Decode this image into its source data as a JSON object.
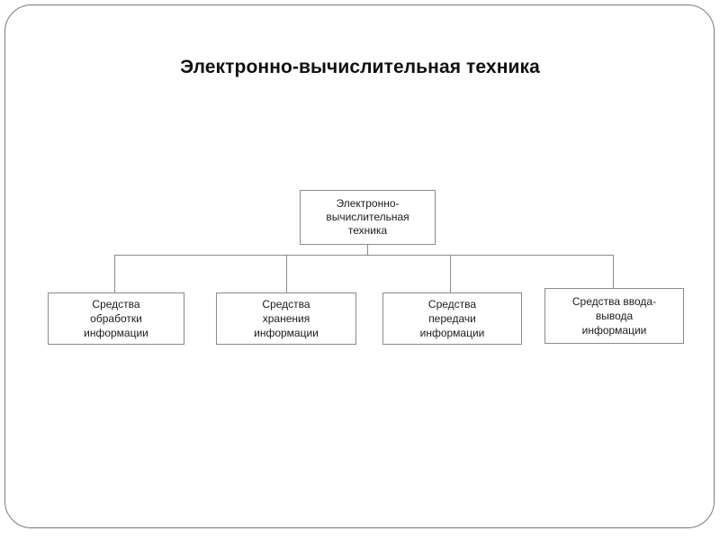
{
  "slide": {
    "title": "Электронно-вычислительная техника",
    "background_color": "#ffffff",
    "border_color": "#7b7b7b",
    "text_color": "#1c1c1c",
    "line_color": "#8a8a8a"
  },
  "diagram": {
    "type": "hierarchy-tree",
    "root": {
      "label": "Электронно-\nвычислительная\nтехника"
    },
    "children": [
      {
        "label": "Средства\nобработки\nинформации"
      },
      {
        "label": "Средства\nхранения\nинформации"
      },
      {
        "label": "Средства\nпередачи\nинформации"
      },
      {
        "label": "Средства ввода-\nвывода\nинформации"
      }
    ]
  }
}
